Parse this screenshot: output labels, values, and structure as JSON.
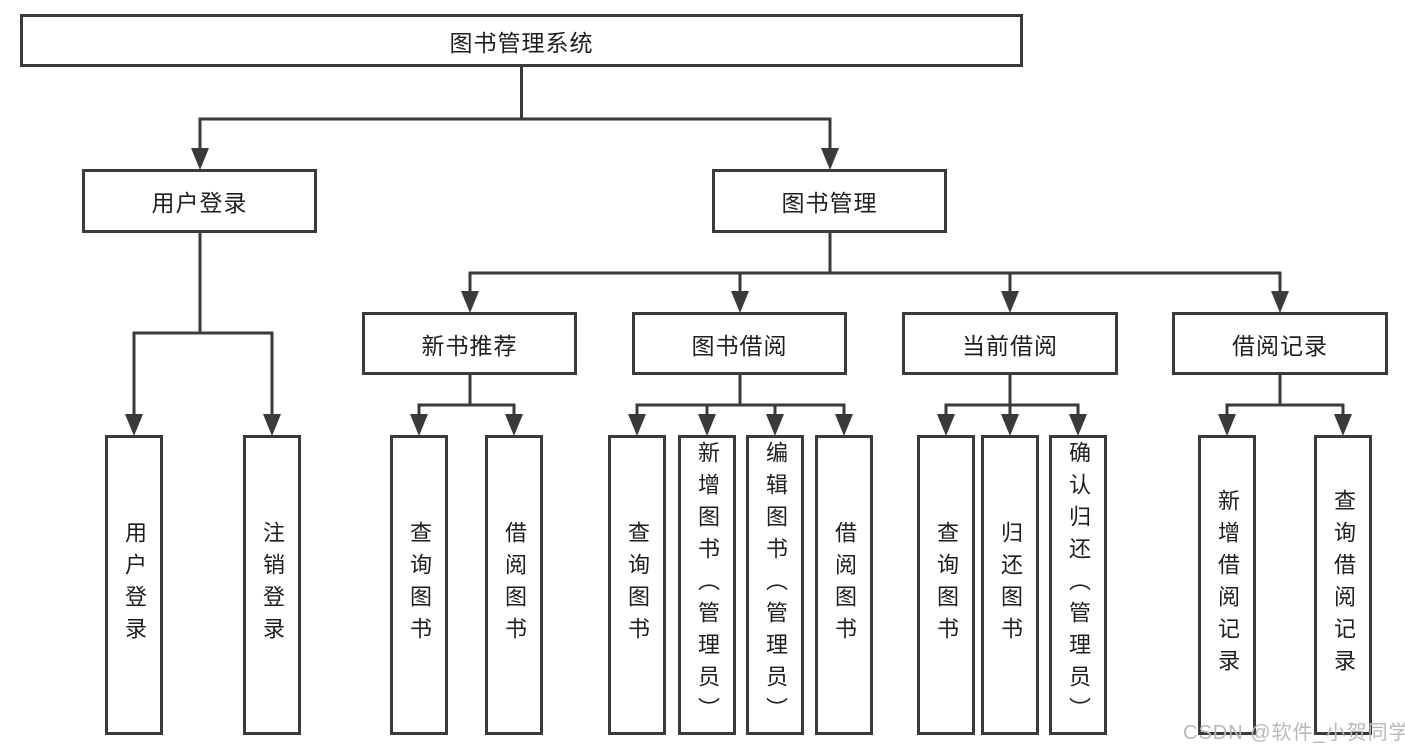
{
  "diagram": {
    "root": {
      "label": "图书管理系统",
      "children": [
        {
          "label": "用户登录",
          "children": [
            {
              "label": "用户登录"
            },
            {
              "label": "注销登录"
            }
          ]
        },
        {
          "label": "图书管理",
          "children": [
            {
              "label": "新书推荐",
              "children": [
                {
                  "label": "查询图书"
                },
                {
                  "label": "借阅图书"
                }
              ]
            },
            {
              "label": "图书借阅",
              "children": [
                {
                  "label": "查询图书"
                },
                {
                  "label": "新增图书（管理员）"
                },
                {
                  "label": "编辑图书（管理员）"
                },
                {
                  "label": "借阅图书"
                }
              ]
            },
            {
              "label": "当前借阅",
              "children": [
                {
                  "label": "查询图书"
                },
                {
                  "label": "归还图书"
                },
                {
                  "label": "确认归还（管理员）"
                }
              ]
            },
            {
              "label": "借阅记录",
              "children": [
                {
                  "label": "新增借阅记录"
                },
                {
                  "label": "查询借阅记录"
                }
              ]
            }
          ]
        }
      ]
    },
    "watermark": "CSDN @软件_小贺同学"
  },
  "colors": {
    "line": "#3a3a3a",
    "box_border": "#3a3a3a",
    "arrow": "#3a3a3a",
    "text": "#1e1e1e",
    "background": "#ffffff",
    "watermark": "#b8b8b8"
  }
}
